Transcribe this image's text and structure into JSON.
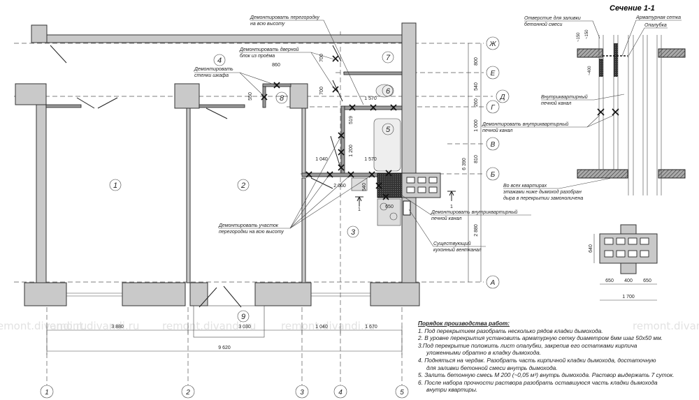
{
  "section": {
    "title": "Сечение 1-1",
    "labels": {
      "opening": [
        "Отверстие для заливки",
        "бетонной смеси"
      ],
      "mesh": "Арматурная сетка",
      "formwork": "Опалубка",
      "inner_channel": [
        "Внутриквартирный",
        "печной канал"
      ],
      "demolish_channel": [
        "Демонтировать внутриквартирный",
        "печной канал"
      ],
      "all_flats": [
        "Во всех квартирах",
        "этажами ниже дымоход разобран",
        "дыра в перекрытии замоноличена"
      ]
    },
    "dims": [
      "~150",
      "~150",
      "~400"
    ]
  },
  "plan": {
    "callouts": {
      "partition_full": [
        "Демонтировать перегородку",
        "на всю высоту"
      ],
      "door_block": [
        "Демонтировать дверной",
        "блок из проёма"
      ],
      "closet": [
        "Демонтировать",
        "стенки шкафа"
      ],
      "partition_part": [
        "Демонтировать участок",
        "перегородки на всю высоту"
      ],
      "inner_channel": [
        "Демонтировать внутриквартирный",
        "печной канал"
      ],
      "existing_vent": [
        "Существующий",
        "кухонный вентканал"
      ]
    },
    "rooms": [
      "1",
      "2",
      "3",
      "4",
      "5",
      "6",
      "7",
      "8",
      "9"
    ],
    "axes_letters": [
      "Ж",
      "Е",
      "Д",
      "Г",
      "В",
      "Б",
      "А"
    ],
    "axes_numbers": [
      "1",
      "2",
      "3",
      "4",
      "5"
    ],
    "dims_right": [
      "800",
      "540",
      "260",
      "1 000",
      "810",
      "2 880",
      "6 390"
    ],
    "dims_inner": [
      "860",
      "550",
      "700",
      "700",
      "1 570",
      "519",
      "1 200",
      "1 040",
      "1 570",
      "2 060",
      "540",
      "650"
    ],
    "dims_bottom": [
      "3 880",
      "3 030",
      "1 040",
      "1 670"
    ],
    "dim_total": "9 620",
    "section_mark": "1"
  },
  "vent_block": {
    "dims": [
      "650",
      "400",
      "650"
    ],
    "total": "1 700",
    "height": "640"
  },
  "watermark": "remont.divandi.ru",
  "notes": {
    "title": "Порядок производства работ:",
    "items": [
      "1. Под перекрытием разобрать несколько рядов кладки дымохода.",
      "2. В уровне перекрытия установить арматурную сетку диаметром 6мм шаг 50х50 мм.",
      "3.Под перекрытие положить лист опалубки, закрепив его остатками кирпича",
      "уложенными обратно в кладку дымохода.",
      "4. Подняться на чердак. Разобрать часть кирпичной кладки дымохода, достаточную",
      "для заливки бетонной смеси внутрь дымохода.",
      "5. Залить бетонную смесь М 200 (~0,05 м³) внутрь дымохода. Раствор выдержать 7 суток.",
      "6. После набора прочности раствора разобрать оставшуюся часть кладки дымохода",
      "внутри квартиры."
    ]
  }
}
